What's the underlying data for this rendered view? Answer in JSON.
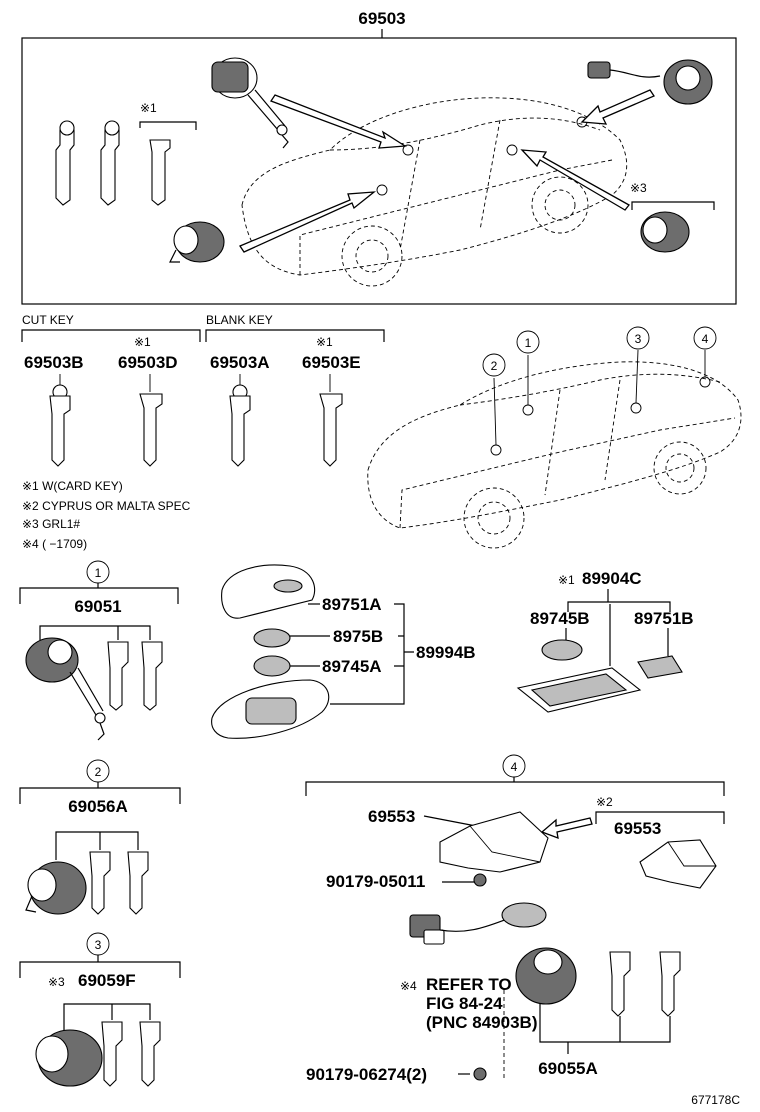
{
  "top": {
    "part_number": "69503"
  },
  "notes_short": {
    "n1": "※1",
    "n2": "※2",
    "n3": "※3",
    "n4": "※4"
  },
  "key_groups": {
    "cut_key": {
      "label": "CUT KEY",
      "p1": "69503B",
      "p2": "69503D"
    },
    "blank_key": {
      "label": "BLANK KEY",
      "p1": "69503A",
      "p2": "69503E"
    }
  },
  "legend": [
    "※1 W(CARD KEY)",
    "※2 CYPRUS OR MALTA SPEC",
    "※3 GRL1#",
    "※4 (      −1709)"
  ],
  "callouts": {
    "c1": "1",
    "c2": "2",
    "c3": "3",
    "c4": "4"
  },
  "group1": {
    "part": "69051"
  },
  "group2": {
    "part": "69056A"
  },
  "group3": {
    "part": "69059F"
  },
  "remote": {
    "p1": "89751A",
    "p2": "8975B",
    "p3": "89745A",
    "assembly": "89994B"
  },
  "card_key": {
    "assembly": "89904C",
    "p1": "89745B",
    "p2": "89751B"
  },
  "group4": {
    "cover": "69553",
    "cover_alt": "69553",
    "screw": "90179-05011",
    "refer1": "REFER TO",
    "refer2": "FIG 84-24",
    "refer3": "(PNC 84903B)",
    "screw2": "90179-06274(2)",
    "assembly": "69055A"
  },
  "figure_id": "677178C"
}
